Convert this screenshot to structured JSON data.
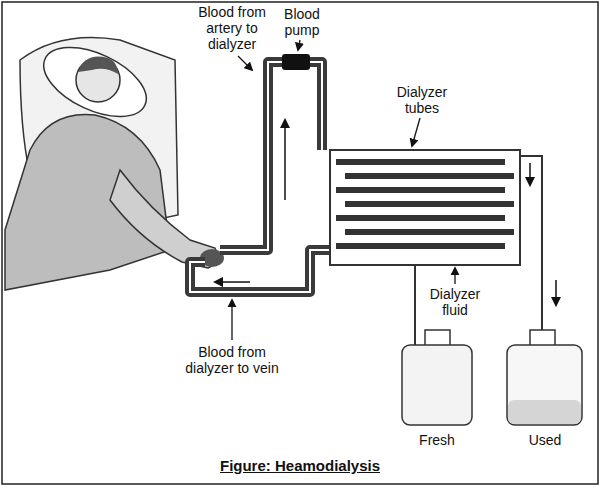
{
  "diagram": {
    "caption": "Figure: Heamodialysis",
    "labels": [
      "Blood from artery to dialyzer",
      "Blood pump",
      "Dialyzer tubes",
      "Dialyzer fluid",
      "Blood from dialyzer to vein",
      "Fresh",
      "Used"
    ]
  }
}
